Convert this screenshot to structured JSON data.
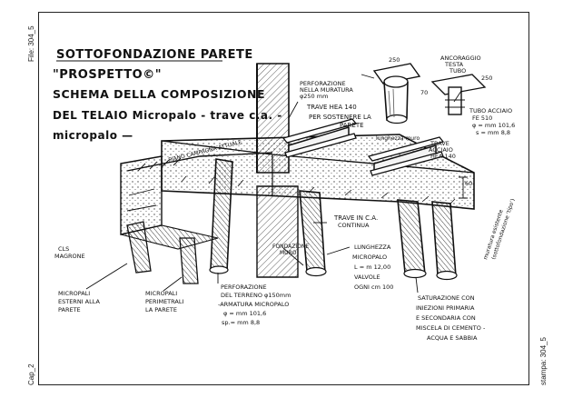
{
  "margin": {
    "file_label": "File: 304_5",
    "chapter_label": "Cap_2",
    "print_label": "stampa: 304_5"
  },
  "title": {
    "line1": "SOTTOFONDAZIONE PARETE",
    "line2": "\"PROSPETTO©\"",
    "line3": "SCHEMA DELLA COMPOSIZIONE",
    "line4": "DEL TELAIO Micropalo - trave c.a. -",
    "line5": "micropalo —"
  },
  "annotations": {
    "perforazione_muratura": [
      "PERFORAZIONE",
      "NELLA MURATURA",
      "φ250 mm"
    ],
    "trave_hea": "TRAVE HEA 140",
    "per_sostenere": [
      "PER SOSTENERE LA",
      "PARETE"
    ],
    "ancoraggio": [
      "ANCORAGGIO",
      "TESTA",
      "TUBO"
    ],
    "dim_250_a": "250",
    "dim_250_b": "250",
    "dim_70": "70",
    "tubo_acciaio": [
      "TUBO ACCIAIO",
      "FE 510",
      "φ = mm 101,6",
      "s = mm 8,8"
    ],
    "piano_campagna": "PIANO CAMPAGNA ATTUALE",
    "trave_hea_right": [
      "TRAVE",
      "ACCIAIO",
      "HEA 140"
    ],
    "lunghezza_muro": "lunghezza muro",
    "dim_60": "60",
    "muratura_esistente": [
      "muratura esistente",
      "(sottofondazione ‘tipo’)"
    ],
    "trave_ica": [
      "TRAVE IN C.A.",
      "CONTINUA"
    ],
    "fondazione": [
      "FONDAZIONE",
      "MURO"
    ],
    "cls_magrone": [
      "CLS",
      "MAGRONE"
    ],
    "micropali_esterni": [
      "MICROPALI",
      "ESTERNI ALLA",
      "PARETE"
    ],
    "micropali_perimetrali": [
      "MICROPALI",
      "PERIMETRALI",
      "LA PARETE"
    ],
    "perforazione_terreno": [
      "PERFORAZIONE",
      "DEL TERRENO φ150mm",
      "-ARMATURA MICROPALO",
      "φ = mm 101,6",
      "sp.= mm 8,8"
    ],
    "lunghezza_micropalo": [
      "LUNGHEZZA",
      "MICROPALO",
      "L = m 12,00",
      "VALVOLE",
      "OGNI cm 100"
    ],
    "saturazione": [
      "SATURAZIONE CON",
      "INIEZIONI PRIMARIA",
      "E SECONDARIA CON",
      "MISCELA DI CEMENTO -",
      "ACQUA E SABBIA"
    ]
  }
}
